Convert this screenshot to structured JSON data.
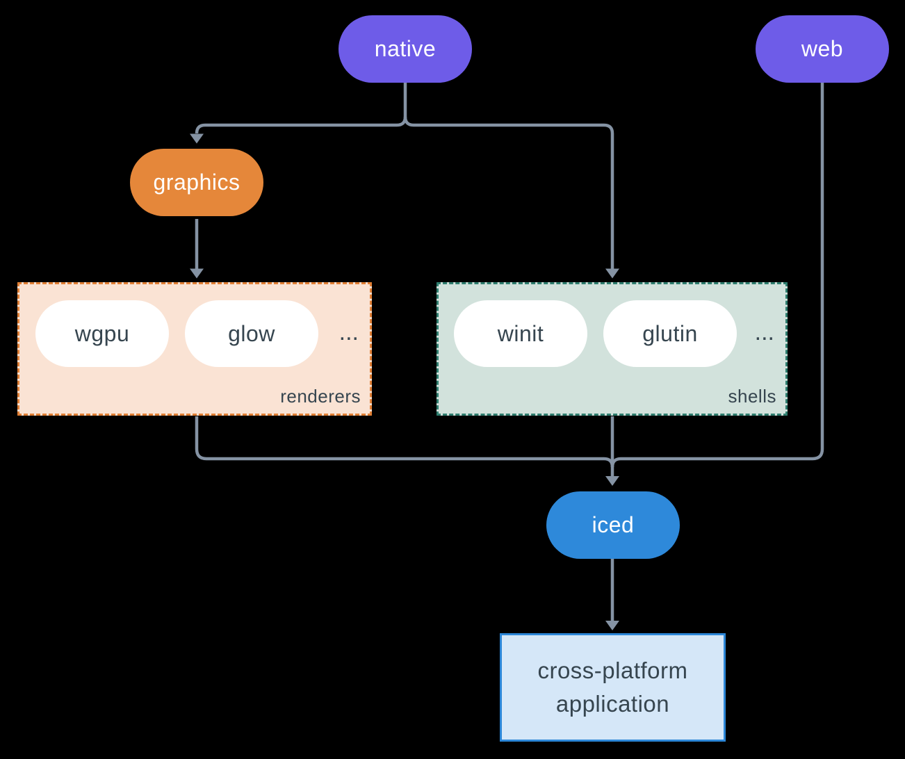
{
  "colors": {
    "background": "#000000",
    "purple": "#6e5ce8",
    "orange": "#e5873a",
    "blue": "#2e89da",
    "peach_bg": "#fae3d4",
    "peach_border": "#e07f35",
    "sage_bg": "#d2e2dc",
    "sage_border": "#2e7d6e",
    "app_bg": "#d5e7f8",
    "app_border": "#2d87d8",
    "line": "#8593a4",
    "dark_text": "#36454f",
    "pill_text": "#ffffff"
  },
  "nodes": {
    "native": {
      "label": "native"
    },
    "web": {
      "label": "web"
    },
    "graphics": {
      "label": "graphics"
    },
    "iced": {
      "label": "iced"
    },
    "application": {
      "line1": "cross-platform",
      "line2": "application"
    }
  },
  "groups": {
    "renderers": {
      "label": "renderers",
      "items": [
        {
          "label": "wgpu"
        },
        {
          "label": "glow"
        }
      ],
      "ellipsis": "..."
    },
    "shells": {
      "label": "shells",
      "items": [
        {
          "label": "winit"
        },
        {
          "label": "glutin"
        }
      ],
      "ellipsis": "..."
    }
  }
}
